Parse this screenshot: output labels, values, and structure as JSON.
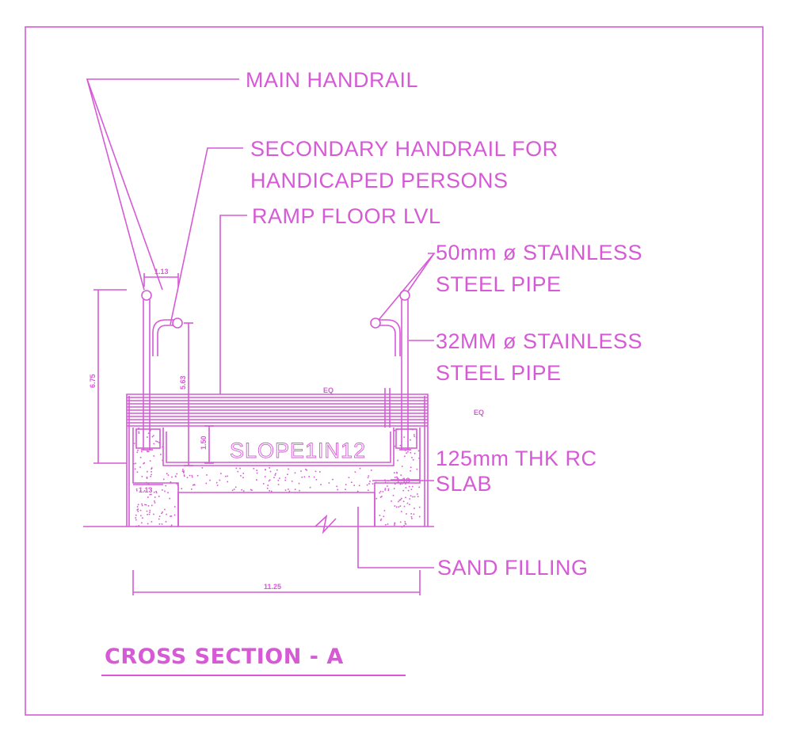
{
  "colors": {
    "line": "#d65ad6",
    "background": "#ffffff"
  },
  "labels": {
    "main_handrail": "MAIN HANDRAIL",
    "secondary_handrail_1": "SECONDARY HANDRAIL FOR",
    "secondary_handrail_2": "HANDICAPED PERSONS",
    "ramp_floor": "RAMP FLOOR LVL",
    "pipe50_1": "50mm ø STAINLESS",
    "pipe50_2": "STEEL PIPE",
    "pipe32_1": "32MM ø STAINLESS",
    "pipe32_2": "STEEL PIPE",
    "slab_1": "125mm THK RC",
    "slab_2": "SLAB",
    "sand": "SAND FILLING",
    "slope": "SLOPE1IN12",
    "eq_top": "EQ",
    "eq_right": "EQ"
  },
  "dimensions": {
    "d_113_top": "1.13",
    "d_675": "6.75",
    "d_563": "5.63",
    "d_150": "1.50",
    "d_113_left": "1.13",
    "d_113_right": "1.13",
    "d_1125": "11.25"
  },
  "title": "CROSS SECTION - A"
}
